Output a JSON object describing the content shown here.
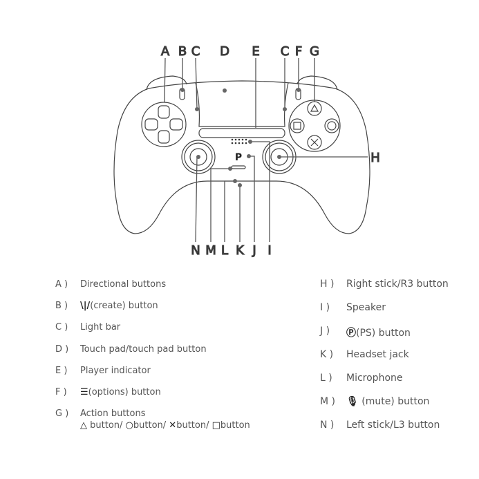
{
  "diagram": {
    "top_labels": [
      "A",
      "B",
      "C",
      "D",
      "E",
      "C",
      "F",
      "G"
    ],
    "side_label": "H",
    "bottom_labels": [
      "N",
      "M",
      "L",
      "K",
      "J",
      "I"
    ]
  },
  "legend": {
    "left": [
      {
        "key": "A )",
        "text": "Directional buttons"
      },
      {
        "key": "B )",
        "icon": "create-icon",
        "text": "(create) button"
      },
      {
        "key": "C )",
        "text": "Light bar"
      },
      {
        "key": "D )",
        "text": "Touch pad/touch pad button"
      },
      {
        "key": "E )",
        "text": "Player indicator"
      },
      {
        "key": "F )",
        "icon": "options-icon",
        "text": "(options) button"
      },
      {
        "key": "G )",
        "text": "Action buttons",
        "sub": [
          "button/",
          "button/",
          "button/",
          "button"
        ]
      }
    ],
    "right": [
      {
        "key": "H )",
        "text": "Right stick/R3 button"
      },
      {
        "key": "I )",
        "text": "Speaker"
      },
      {
        "key": "J )",
        "icon": "ps-logo-icon",
        "text": "(PS) button"
      },
      {
        "key": "K )",
        "text": "Headset jack"
      },
      {
        "key": "L )",
        "text": "Microphone"
      },
      {
        "key": "M )",
        "icon": "mute-mic-icon",
        "text": "(mute) button"
      },
      {
        "key": "N )",
        "text": "Left stick/L3 button"
      }
    ]
  }
}
